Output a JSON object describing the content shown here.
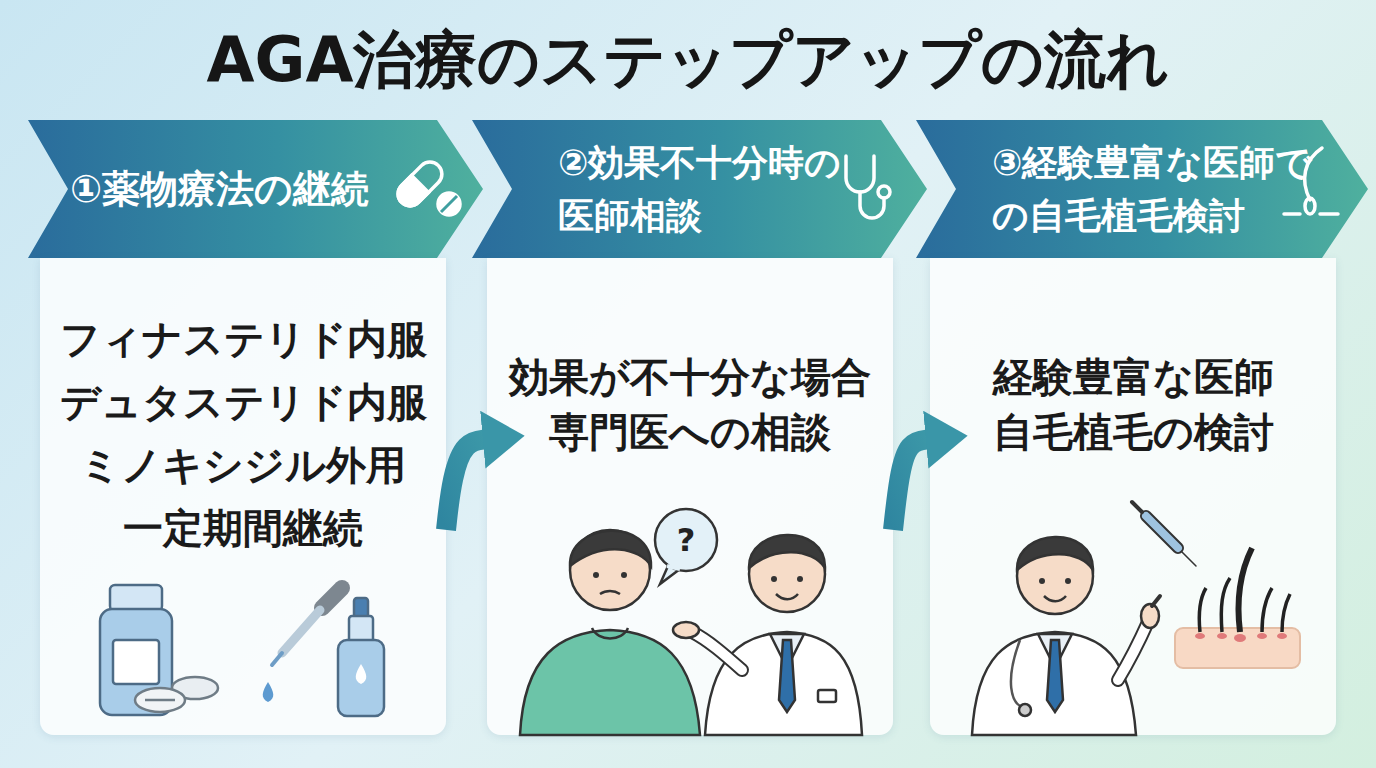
{
  "diagram": {
    "title": "AGA治療のステップアップの流れ",
    "nodes": [
      {
        "text": [
          "①薬物療法の継続"
        ]
      },
      {
        "text": [
          "フィナステリド内服",
          "デュタステリド内服",
          "ミノキシジル外用",
          "一定期間継続"
        ]
      },
      {
        "text": [
          "②効果不十分時の 医師相談"
        ]
      },
      {
        "text": [
          "効果が不十分な場合",
          "専門医への相談"
        ]
      },
      {
        "text": [
          "③経験豊富な医師で の自毛植毛検討"
        ]
      },
      {
        "text": [
          "経験豊富な医師",
          "自毛植毛の検討"
        ]
      }
    ],
    "edges": [
      {
        "from": 1,
        "to": 3,
        "arrow": "to"
      },
      {
        "from": 3,
        "to": 5,
        "arrow": "to"
      }
    ],
    "labels": [
      "?"
    ]
  }
}
